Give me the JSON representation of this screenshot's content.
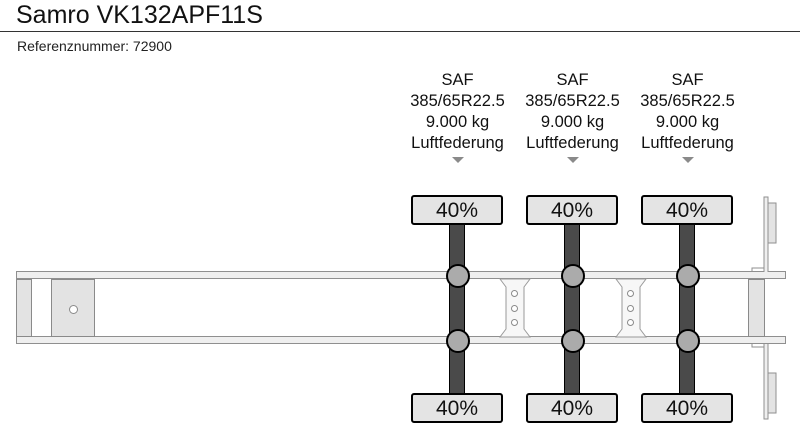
{
  "header": {
    "title": "Samro VK132APF11S",
    "reference": "Referenznummer: 72900"
  },
  "axles": [
    {
      "brand": "SAF",
      "tire": "385/65R22.5",
      "capacity": "9.000 kg",
      "suspension": "Luftfederung",
      "top_load": "40%",
      "bottom_load": "40%"
    },
    {
      "brand": "SAF",
      "tire": "385/65R22.5",
      "capacity": "9.000 kg",
      "suspension": "Luftfederung",
      "top_load": "40%",
      "bottom_load": "40%"
    },
    {
      "brand": "SAF",
      "tire": "385/65R22.5",
      "capacity": "9.000 kg",
      "suspension": "Luftfederung",
      "top_load": "40%",
      "bottom_load": "40%"
    }
  ],
  "colors": {
    "axle": "#4a4a4a",
    "hub": "#ababab",
    "label_bg": "#e4e4e4",
    "rail": "#efefef",
    "arrow": "#8a8a8a"
  }
}
